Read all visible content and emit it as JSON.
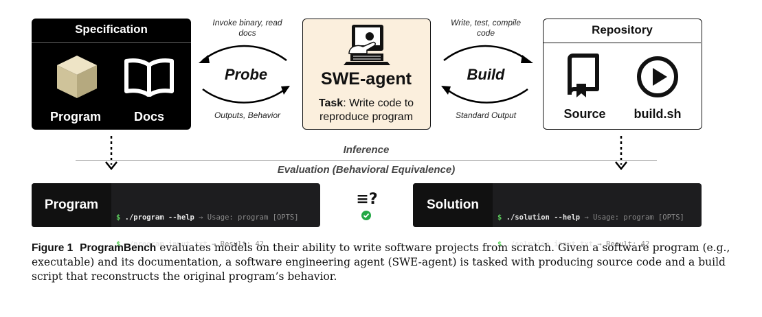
{
  "specification": {
    "title": "Specification",
    "program_label": "Program",
    "docs_label": "Docs"
  },
  "agent": {
    "title": "SWE-agent",
    "task_label": "Task",
    "task_text": ": Write code to reproduce program"
  },
  "repository": {
    "title": "Repository",
    "source_label": "Source",
    "build_label": "build.sh"
  },
  "probe": {
    "verb": "Probe",
    "top_note": "Invoke binary, read docs",
    "bottom_note": "Outputs, Behavior"
  },
  "build": {
    "verb": "Build",
    "top_note": "Write, test, compile code",
    "bottom_note": "Standard Output"
  },
  "inference_label": "Inference",
  "evaluation_label": "Evaluation (Behavioral Equivalence)",
  "program_panel": {
    "title": "Program",
    "lines": [
      {
        "prompt": "$",
        "cmd": "./program --help",
        "arrow": "→",
        "out": "Usage: program [OPTS]"
      },
      {
        "prompt": "$",
        "cmd": "./program input.txt",
        "arrow": "→",
        "out": "Result: 42"
      }
    ]
  },
  "solution_panel": {
    "title": "Solution",
    "lines": [
      {
        "prompt": "$",
        "cmd": "./solution --help",
        "arrow": "→",
        "out": "Usage: program [OPTS]"
      },
      {
        "prompt": "$",
        "cmd": "./solution input.txt",
        "arrow": "→",
        "out": "Result: 42"
      }
    ]
  },
  "equivalence_symbol": "≡?",
  "caption": {
    "figure_label": "Figure 1",
    "bench_name": "ProgramBench",
    "text": "evaluates models on their ability to write software projects from scratch. Given a software program (e.g., executable) and its documentation, a software engineering agent (SWE-agent) is tasked with producing source code and a build script that reconstructs the original program’s behavior."
  },
  "colors": {
    "spec_bg": "#000000",
    "agent_bg": "#fbefdd",
    "terminal_bg": "#1d1d1f",
    "check_green": "#22a845",
    "prompt_green": "#5fd35f"
  },
  "icons": [
    "cube-icon",
    "book-icon",
    "keyboard-hand-icon",
    "bookmark-book-icon",
    "play-circle-icon",
    "check-circle-icon"
  ]
}
